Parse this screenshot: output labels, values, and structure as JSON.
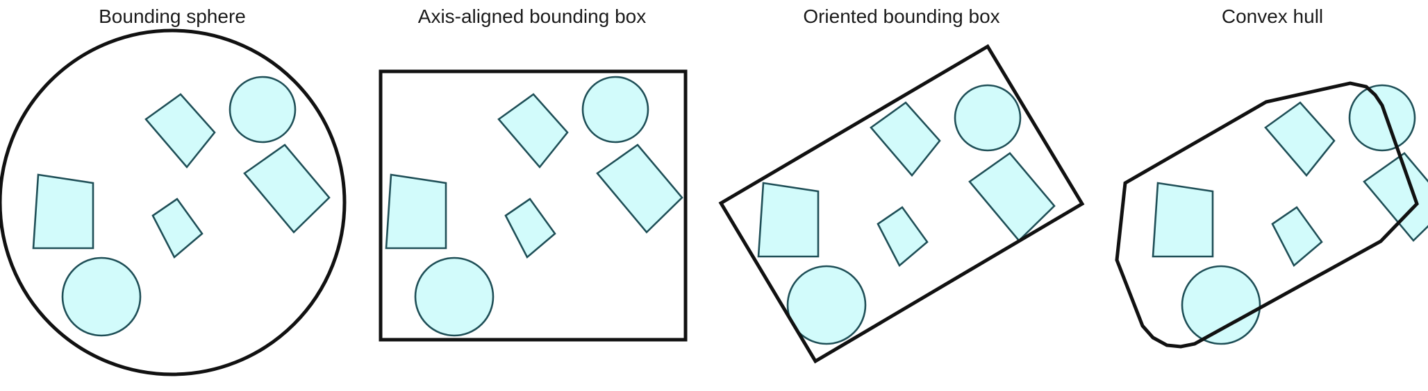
{
  "colors": {
    "object_fill": "#d2fbfb",
    "object_stroke": "#1f4f57",
    "volume_stroke": "#111111"
  },
  "panels": [
    {
      "title": "Bounding sphere",
      "volume": "sphere"
    },
    {
      "title": "Axis-aligned bounding box",
      "volume": "aabb"
    },
    {
      "title": "Oriented bounding box",
      "volume": "obb"
    },
    {
      "title": "Convex hull",
      "volume": "convex-hull"
    }
  ]
}
